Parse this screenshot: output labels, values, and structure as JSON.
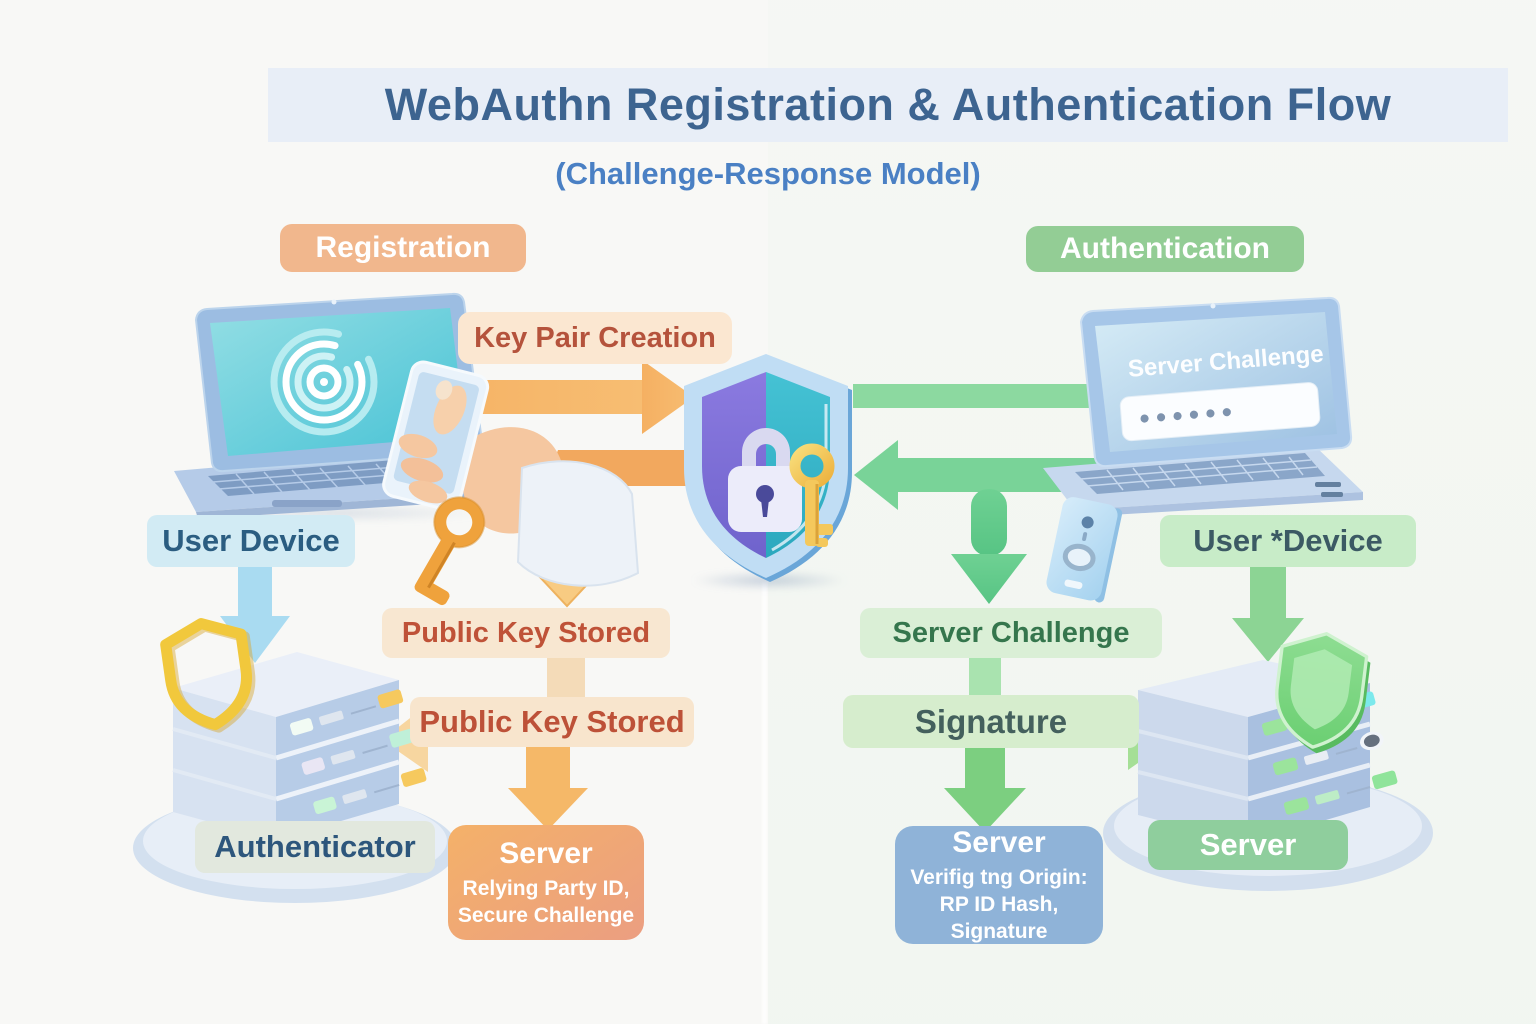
{
  "title": "WebAuthn Registration & Authentication Flow",
  "subtitle": "(Challenge-Response Model)",
  "registration": {
    "section_label": "Registration",
    "key_pair_creation": "Key Pair Creation",
    "user_device": "User Device",
    "public_key_stored_1": "Public Key Stored",
    "public_key_stored_2": "Public Key Stored",
    "authenticator": "Authenticator",
    "server_box": {
      "title": "Server",
      "line1": "Relying Party ID,",
      "line2": "Secure Challenge"
    }
  },
  "authentication": {
    "section_label": "Authentication",
    "screen_title": "Server Challenge",
    "password_dots": "••••••",
    "user_device": "User *Device",
    "server_challenge": "Server Challenge",
    "signature": "Signature",
    "server_box": {
      "title": "Server",
      "line1": "Verifig tng Origin:",
      "line2": "RP ID Hash, Signature"
    },
    "server_label": "Server"
  },
  "colors": {
    "title_blue": "#3d6490",
    "subtitle_blue": "#4a80c4",
    "registration_accent": "#f1b78d",
    "authentication_accent": "#93cd95",
    "orange_arrow": "#f2a85e",
    "green_arrow": "#6fcf8e",
    "blue_arrow": "#a9dbf1",
    "shield_purple": "#7a6ed5",
    "shield_teal": "#35b5ca",
    "key_yellow": "#f4c85c"
  }
}
